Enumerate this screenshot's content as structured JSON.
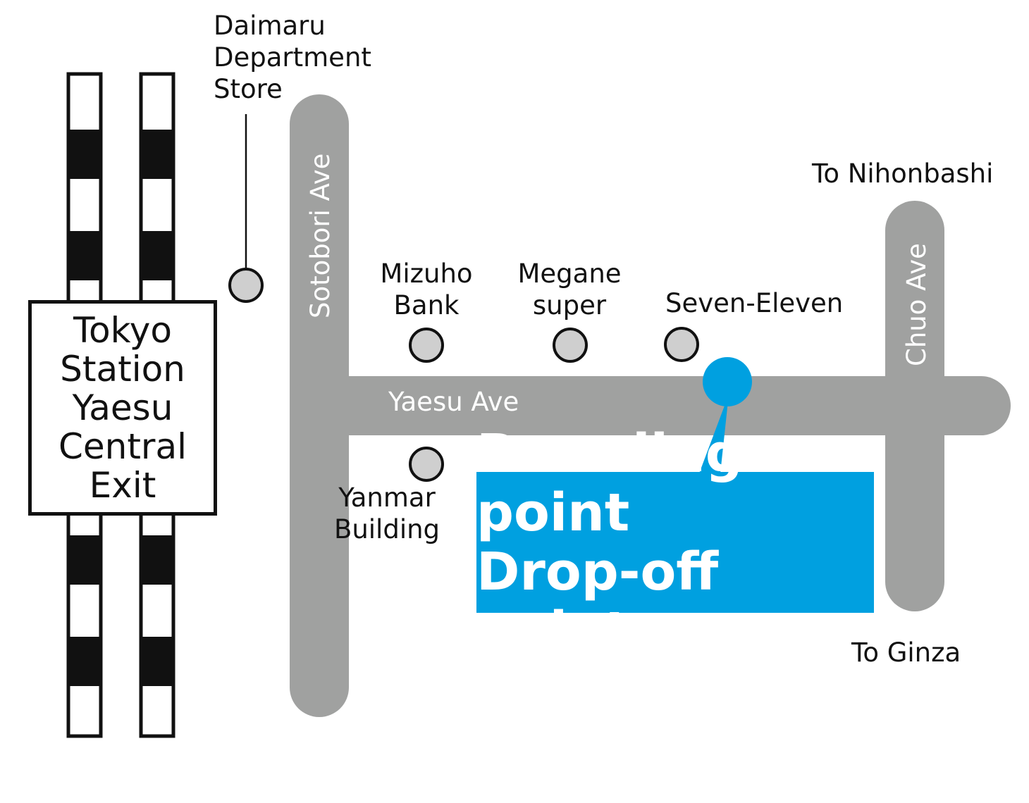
{
  "map": {
    "station": {
      "lines": [
        "Tokyo",
        "Station",
        "Yaesu",
        "Central",
        "Exit"
      ]
    },
    "roads": {
      "sotobori": "Sotobori Ave",
      "yaesu": "Yaesu Ave",
      "chuo": "Chuo Ave"
    },
    "landmarks": {
      "daimaru": [
        "Daimaru",
        "Department",
        "Store"
      ],
      "mizuho": [
        "Mizuho",
        "Bank"
      ],
      "megane": [
        "Megane",
        "super"
      ],
      "seven_eleven": "Seven-Eleven",
      "yanmar": [
        "Yanmar",
        "Building"
      ]
    },
    "directions": {
      "north": "To Nihonbashi",
      "south": "To Ginza"
    },
    "callout": {
      "line1": "Boarding point",
      "line2": "Drop-off point"
    },
    "colors": {
      "road": "#a0a1a0",
      "landmark_marker": "#cfcfcf",
      "boarding_marker": "#00a0e0",
      "callout_bg": "#00a0e0",
      "rail": "#111111"
    }
  }
}
